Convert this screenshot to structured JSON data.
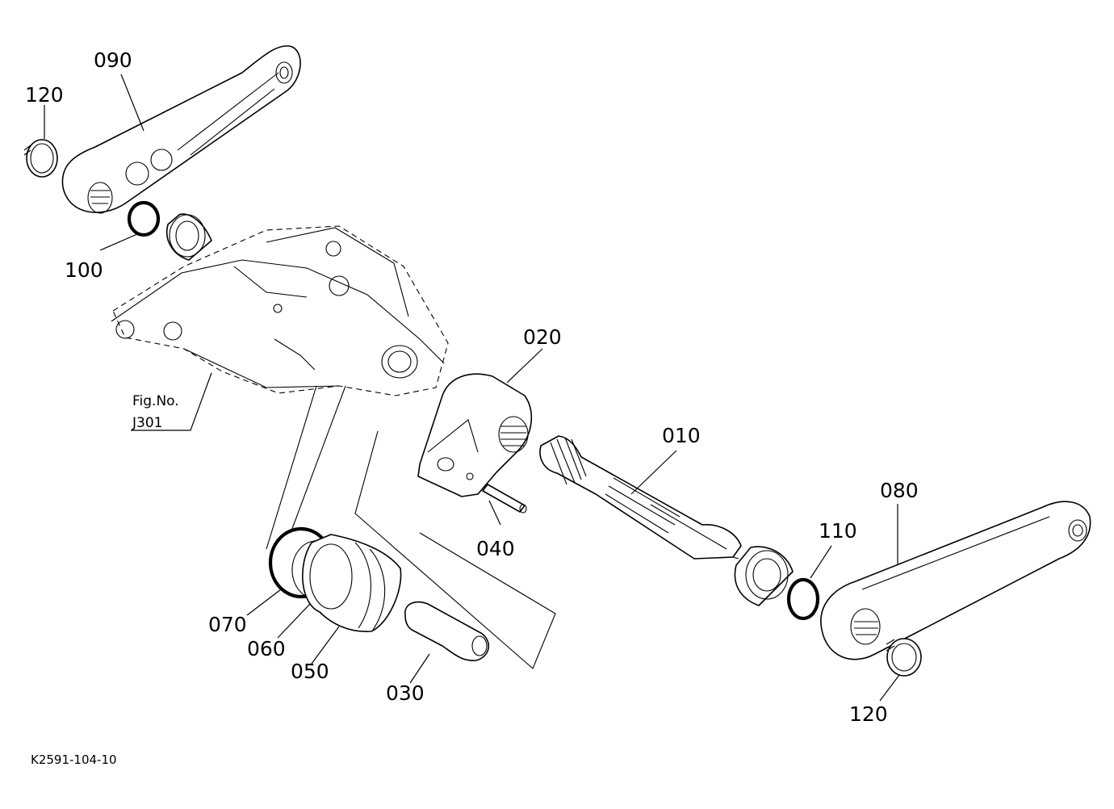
{
  "callouts": {
    "p090": "090",
    "p120_top": "120",
    "p100": "100",
    "p020": "020",
    "p010": "010",
    "p040": "040",
    "p080": "080",
    "p110": "110",
    "p120_bottom": "120",
    "p070": "070",
    "p060": "060",
    "p050": "050",
    "p030": "030"
  },
  "figure_ref": {
    "line1": "Fig.No.",
    "line2": "J301"
  },
  "drawing_code": "K2591-104-10"
}
